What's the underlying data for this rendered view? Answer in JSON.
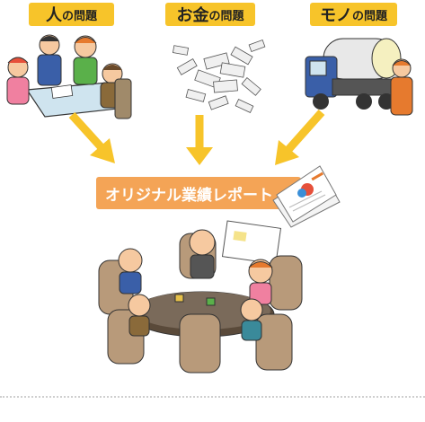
{
  "labels": {
    "people": {
      "main": "人",
      "rest": "の問題"
    },
    "money": {
      "main": "お金",
      "rest": "の問題"
    },
    "things": {
      "main": "モノ",
      "rest": "の問題"
    }
  },
  "report_banner": "オリジナル業績レポート",
  "colors": {
    "label_bg": "#f7c42a",
    "arrow": "#f7c42a",
    "banner_bg": "#f4a456",
    "banner_text": "#ffffff"
  },
  "icons": [
    "people-meeting-illustration",
    "money-pile-illustration",
    "truck-worker-illustration",
    "report-document-icon",
    "conference-meeting-illustration"
  ]
}
